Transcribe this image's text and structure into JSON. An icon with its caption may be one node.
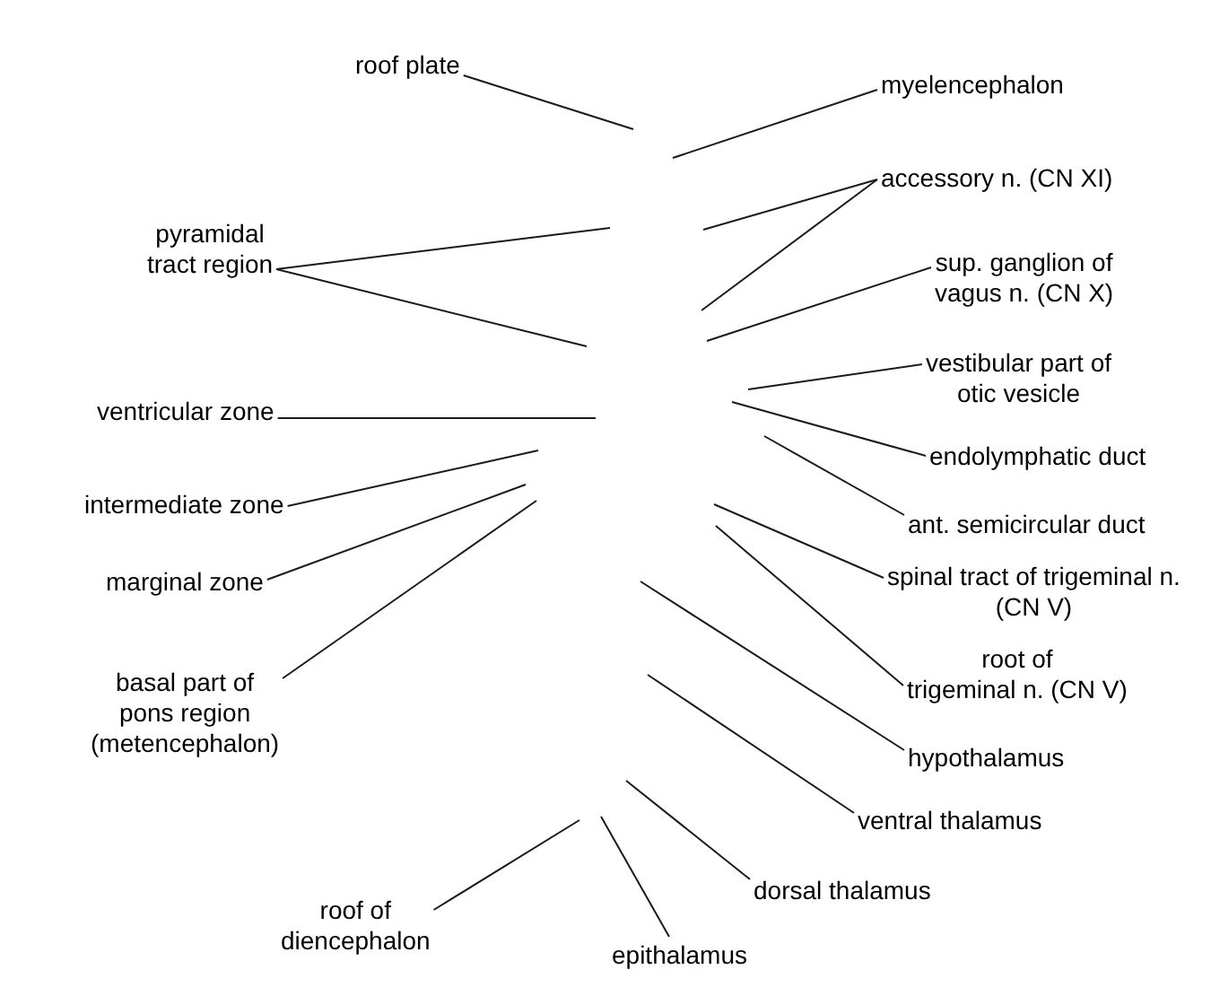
{
  "diagram": {
    "nodes": [
      {
        "text": [
          "roof plate"
        ]
      },
      {
        "text": [
          "pyramidal tract region"
        ]
      },
      {
        "text": [
          "ventricular zone"
        ]
      },
      {
        "text": [
          "intermediate zone"
        ]
      },
      {
        "text": [
          "marginal zone"
        ]
      },
      {
        "text": [
          "basal part of pons region (metencephalon)"
        ]
      },
      {
        "text": [
          "roof of diencephalon"
        ]
      },
      {
        "text": [
          "myelencephalon"
        ]
      },
      {
        "text": [
          "accessory n. (CN XI)"
        ]
      },
      {
        "text": [
          "sup. ganglion of vagus n. (CN X)"
        ]
      },
      {
        "text": [
          "vestibular part of otic vesicle"
        ]
      },
      {
        "text": [
          "endolymphatic duct"
        ]
      },
      {
        "text": [
          "ant. semicircular duct"
        ]
      },
      {
        "text": [
          "spinal tract of trigeminal n. (CN V)"
        ]
      },
      {
        "text": [
          "root of trigeminal n. (CN V)"
        ]
      },
      {
        "text": [
          "hypothalamus"
        ]
      },
      {
        "text": [
          "ventral thalamus"
        ]
      },
      {
        "text": [
          "dorsal thalamus"
        ]
      },
      {
        "text": [
          "epithalamus"
        ]
      }
    ],
    "edges": [
      {
        "from": 0,
        "to": null,
        "arrow": "none"
      },
      {
        "from": 1,
        "to": null,
        "arrow": "none"
      },
      {
        "from": 1,
        "to": null,
        "arrow": "none"
      },
      {
        "from": 2,
        "to": null,
        "arrow": "none"
      },
      {
        "from": 3,
        "to": null,
        "arrow": "none"
      },
      {
        "from": 4,
        "to": null,
        "arrow": "none"
      },
      {
        "from": 5,
        "to": null,
        "arrow": "none"
      },
      {
        "from": 6,
        "to": null,
        "arrow": "none"
      },
      {
        "from": 7,
        "to": null,
        "arrow": "none"
      },
      {
        "from": 8,
        "to": null,
        "arrow": "none"
      },
      {
        "from": 8,
        "to": null,
        "arrow": "none"
      },
      {
        "from": 9,
        "to": null,
        "arrow": "none"
      },
      {
        "from": 10,
        "to": null,
        "arrow": "none"
      },
      {
        "from": 11,
        "to": null,
        "arrow": "none"
      },
      {
        "from": 12,
        "to": null,
        "arrow": "none"
      },
      {
        "from": 13,
        "to": null,
        "arrow": "none"
      },
      {
        "from": 14,
        "to": null,
        "arrow": "none"
      },
      {
        "from": 15,
        "to": null,
        "arrow": "none"
      },
      {
        "from": 16,
        "to": null,
        "arrow": "none"
      },
      {
        "from": 17,
        "to": null,
        "arrow": "none"
      },
      {
        "from": 18,
        "to": null,
        "arrow": "none"
      }
    ]
  }
}
